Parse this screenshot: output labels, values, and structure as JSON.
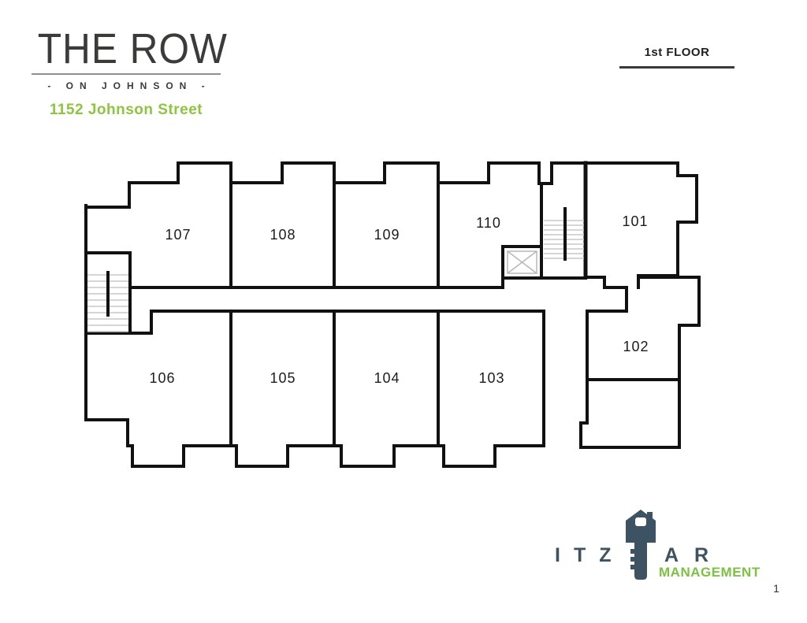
{
  "header": {
    "brand": {
      "title": "THE ROW",
      "subtitle": "- ON JOHNSON -",
      "address": "1152 Johnson Street"
    },
    "floor_label": "1st FLOOR"
  },
  "floor_plan": {
    "units": [
      "107",
      "108",
      "109",
      "110",
      "101",
      "106",
      "105",
      "104",
      "103",
      "102"
    ],
    "features": [
      "stairwell-left",
      "stairwell-right",
      "elevator"
    ]
  },
  "footer": {
    "logo": {
      "left_letters": "ITZ",
      "right_letters": "AR",
      "word": "MANAGEMENT"
    }
  },
  "page": {
    "number": "1"
  },
  "colors": {
    "accent_green": "#8CC63E",
    "logo_green": "#7CC142",
    "logo_slate": "#3D5363",
    "wall": "#111111"
  }
}
